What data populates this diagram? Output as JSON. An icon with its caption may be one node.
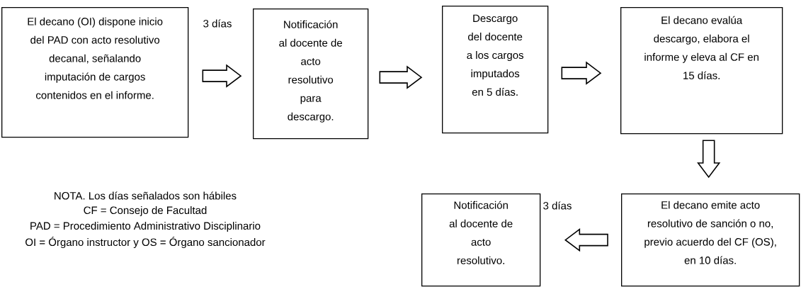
{
  "diagram": {
    "nodes": [
      {
        "text": [
          "El decano (OI) dispone inicio del PAD con acto resolutivo decanal, señalando imputación de cargos contenidos en el informe."
        ]
      },
      {
        "text": [
          "Notificación al docente de acto resolutivo para descargo."
        ]
      },
      {
        "text": [
          "Descargo del docente a los cargos imputados en 5 días."
        ]
      },
      {
        "text": [
          "El decano evalúa descargo, elabora el informe y eleva al CF en 15 días."
        ]
      },
      {
        "text": [
          "El decano emite acto resolutivo de sanción o no, previo acuerdo del CF (OS), en 10 días."
        ]
      },
      {
        "text": [
          "Notificación al docente de acto resolutivo."
        ]
      }
    ],
    "edges": [
      {
        "from": 0,
        "to": 1,
        "arrow": "to",
        "label": "3 días"
      },
      {
        "from": 1,
        "to": 2,
        "arrow": "to"
      },
      {
        "from": 2,
        "to": 3,
        "arrow": "to"
      },
      {
        "from": 3,
        "to": 4,
        "arrow": "to"
      },
      {
        "from": 4,
        "to": 5,
        "arrow": "to",
        "label": "3 días"
      }
    ],
    "labels": [
      "NOTA. Los días señalados son hábiles",
      "CF = Consejo de Facultad",
      "PAD = Procedimiento Administrativo Disciplinario",
      "OI = Órgano instructor y OS = Órgano sancionador"
    ]
  }
}
